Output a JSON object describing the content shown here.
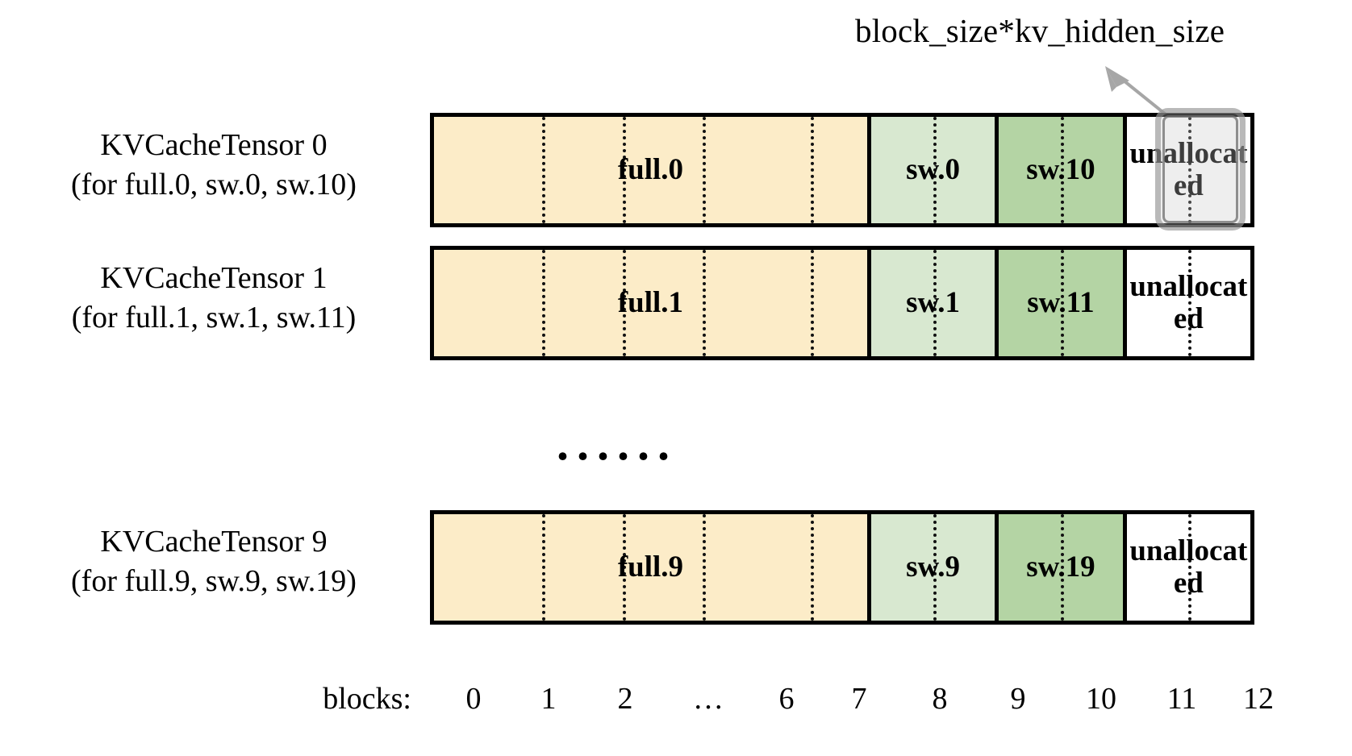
{
  "annotation": {
    "label": "block_size*kv_hidden_size",
    "arrow_icon": "arrow-up-left-icon",
    "arrow_color": "#a0a0a0"
  },
  "highlight": {
    "name": "block-11-highlight",
    "target_block": 11,
    "target_row": 0,
    "color": "#8c8c8c"
  },
  "colors": {
    "full_block": "#fcecc8",
    "sw_light_block": "#d8e8d0",
    "sw_dark_block": "#b4d4a4",
    "unallocated_block": "#ffffff",
    "border": "#000000"
  },
  "rows": [
    {
      "label_line1": "KVCacheTensor 0",
      "label_line2": "(for full.0, sw.0, sw.10)",
      "segments": [
        {
          "text": "full.0",
          "kind": "full",
          "blocks": 7,
          "dividers": 4
        },
        {
          "text": "sw.0",
          "kind": "sw-light",
          "blocks": 2,
          "dividers": 1
        },
        {
          "text": "sw.10",
          "kind": "sw-dark",
          "blocks": 2,
          "dividers": 1
        },
        {
          "text": "unallocated",
          "kind": "unallocated",
          "blocks": 2,
          "dividers": 1
        }
      ]
    },
    {
      "label_line1": "KVCacheTensor 1",
      "label_line2": "(for full.1, sw.1, sw.11)",
      "segments": [
        {
          "text": "full.1",
          "kind": "full",
          "blocks": 7,
          "dividers": 4
        },
        {
          "text": "sw.1",
          "kind": "sw-light",
          "blocks": 2,
          "dividers": 1
        },
        {
          "text": "sw.11",
          "kind": "sw-dark",
          "blocks": 2,
          "dividers": 1
        },
        {
          "text": "unallocated",
          "kind": "unallocated",
          "blocks": 2,
          "dividers": 1
        }
      ]
    },
    {
      "label_line1": "KVCacheTensor 9",
      "label_line2": "(for full.9, sw.9, sw.19)",
      "segments": [
        {
          "text": "full.9",
          "kind": "full",
          "blocks": 7,
          "dividers": 4
        },
        {
          "text": "sw.9",
          "kind": "sw-light",
          "blocks": 2,
          "dividers": 1
        },
        {
          "text": "sw.19",
          "kind": "sw-dark",
          "blocks": 2,
          "dividers": 1
        },
        {
          "text": "unallocated",
          "kind": "unallocated",
          "blocks": 2,
          "dividers": 1
        }
      ]
    }
  ],
  "ellipsis": "......",
  "axis": {
    "title": "blocks:",
    "ticks": [
      "0",
      "1",
      "2",
      "…",
      "6",
      "7",
      "8",
      "9",
      "10",
      "11",
      "12"
    ]
  }
}
